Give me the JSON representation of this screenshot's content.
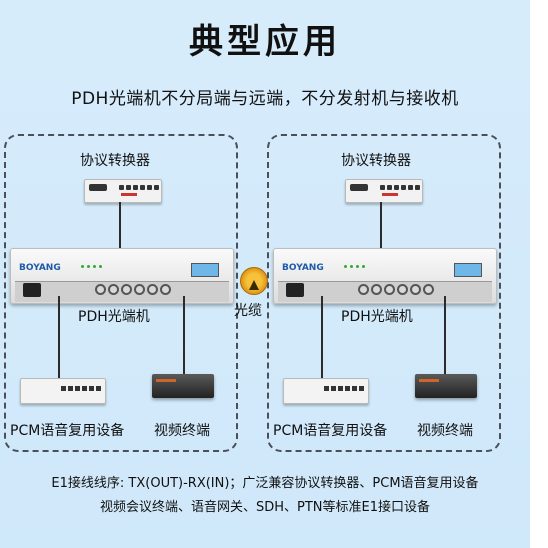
{
  "title": "典型应用",
  "subtitle": "PDH光端机不分局端与远端，不分发射机与接收机",
  "panels": [
    {
      "converter_label": "协议转换器",
      "unit_label": "PDH光端机",
      "unit_brand": "BOYANG",
      "pcm_label": "PCM语音复用设备",
      "video_label": "视频终端"
    },
    {
      "converter_label": "协议转换器",
      "unit_label": "PDH光端机",
      "unit_brand": "BOYANG",
      "pcm_label": "PCM语音复用设备",
      "video_label": "视频终端"
    }
  ],
  "cable_label": "光缆",
  "footer": {
    "line1": "E1接线线序: TX(OUT)-RX(IN)；广泛兼容协议转换器、PCM语音复用设备",
    "line2": "视频会议终端、语音网关、SDH、PTN等标准E1接口设备"
  },
  "icons": {
    "fiber": "fiber-optic-cable-icon"
  }
}
